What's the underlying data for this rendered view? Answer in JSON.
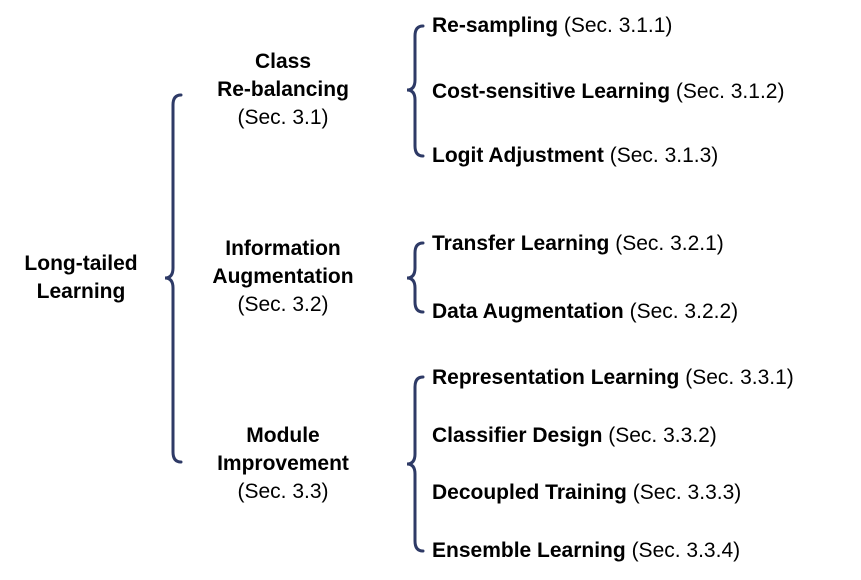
{
  "diagram": {
    "root": {
      "line1": "Long-tailed",
      "line2": "Learning"
    },
    "brace_color": "#2e3a66",
    "categories": [
      {
        "line1": "Class",
        "line2": "Re-balancing",
        "section": "(Sec. 3.1)",
        "items": [
          {
            "name": "Re-sampling",
            "section": "(Sec. 3.1.1)"
          },
          {
            "name": "Cost-sensitive Learning",
            "section": "(Sec. 3.1.2)"
          },
          {
            "name": "Logit Adjustment",
            "section": "(Sec. 3.1.3)"
          }
        ]
      },
      {
        "line1": "Information",
        "line2": "Augmentation",
        "section": "(Sec. 3.2)",
        "items": [
          {
            "name": "Transfer Learning",
            "section": "(Sec. 3.2.1)"
          },
          {
            "name": "Data Augmentation",
            "section": "(Sec. 3.2.2)"
          }
        ]
      },
      {
        "line1": "Module",
        "line2": "Improvement",
        "section": "(Sec. 3.3)",
        "items": [
          {
            "name": "Representation Learning",
            "section": "(Sec. 3.3.1)"
          },
          {
            "name": "Classifier Design",
            "section": "(Sec. 3.3.2)"
          },
          {
            "name": "Decoupled Training",
            "section": "(Sec. 3.3.3)"
          },
          {
            "name": "Ensemble Learning",
            "section": "(Sec. 3.3.4)"
          }
        ]
      }
    ]
  }
}
